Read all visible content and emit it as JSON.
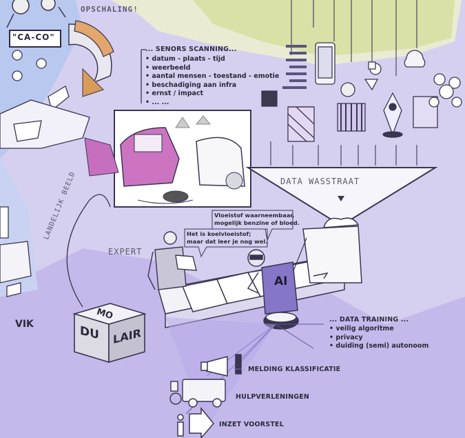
{
  "top": {
    "opschaling": "OPSCHALING!",
    "caco": "\"CA-CO\""
  },
  "sensors": {
    "title": "... SENORS SCANNING...",
    "items": [
      "datum - plaats - tijd",
      "weerbeeld",
      "aantal mensen - toestand - emotie",
      "beschadiging aan infra",
      "ernst / impact",
      "... ..."
    ]
  },
  "datawasstraat": "DATA WASSTRAAT",
  "bubbles": {
    "vloeistof": [
      "Vloeistof waarneembaar,",
      "mogelijk benzine of bloed."
    ],
    "koelvloeistof": [
      "Het is koelvloeistof;",
      "maar dat leer je nog wel."
    ]
  },
  "expert": "EXPERT",
  "landelijk": "LANDELIJK BEELD",
  "vik": "VIK",
  "box": {
    "top": "MO",
    "front": "DU",
    "side": "LAIR"
  },
  "ai": "AI",
  "training": {
    "title": "... DATA TRAINING ...",
    "items": [
      "veilig algoritme",
      "privacy",
      "duiding (semi) autonoom"
    ]
  },
  "outputs": {
    "melding": "MELDING KLASSIFICATIE",
    "hulp": "HULPVERLENINGEN",
    "inzet": "INZET VOORSTEL"
  },
  "colors": {
    "lavender": "#c9c1ea",
    "light_lavender": "#e4e0f5",
    "green": "#d7e0a8",
    "ink": "#2d2a3e",
    "orange": "#d99a5a"
  }
}
